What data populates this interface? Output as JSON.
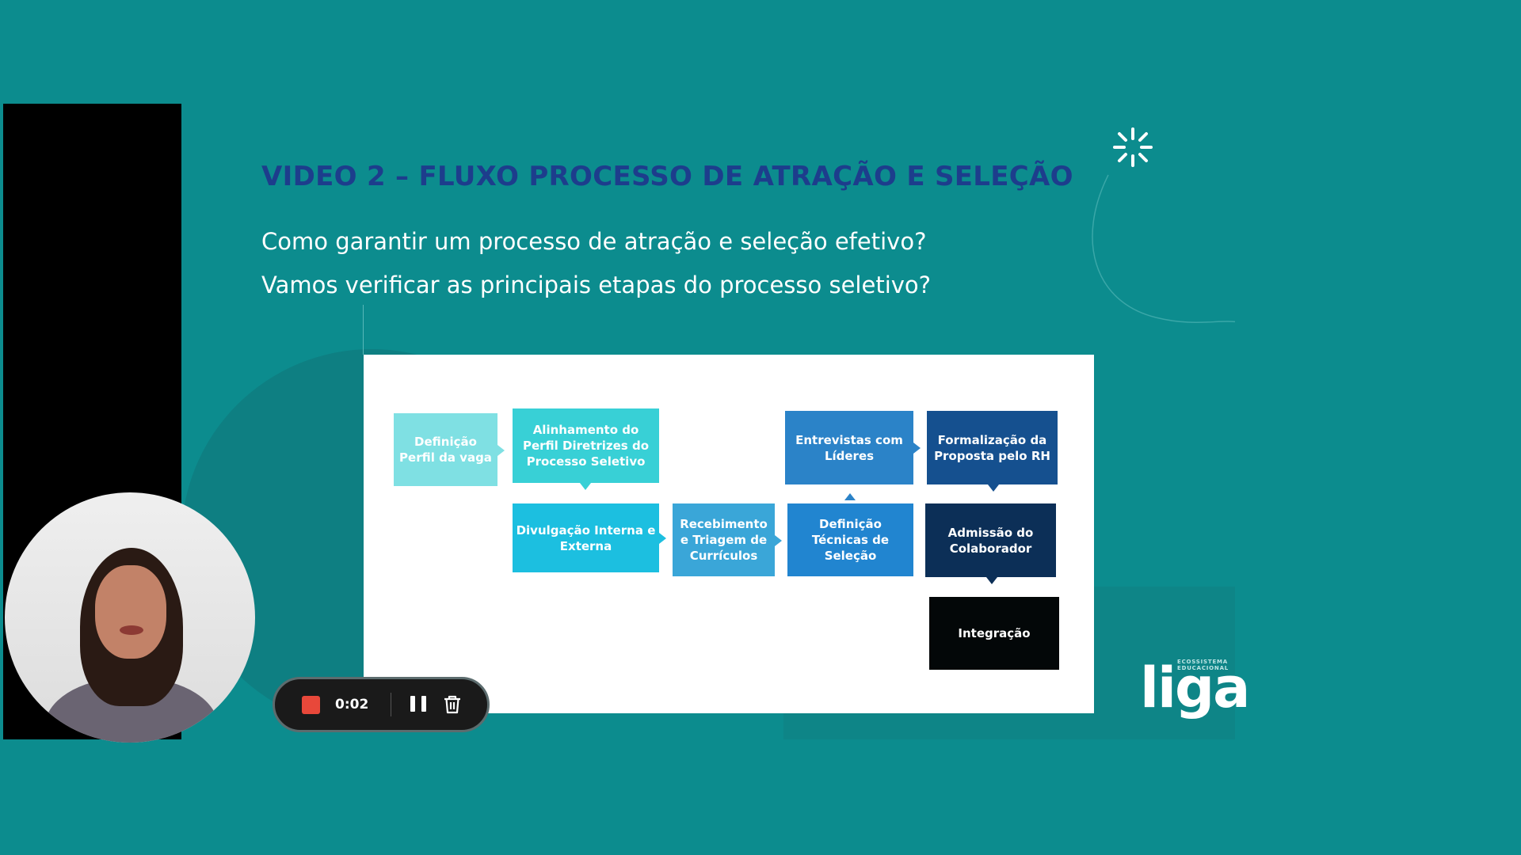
{
  "slide": {
    "title": "VIDEO 2 – FLUXO PROCESSO DE ATRAÇÃO E SELEÇÃO",
    "subtitle_1": "Como garantir um processo de atração e seleção efetivo?",
    "subtitle_2": "Vamos verificar as principais etapas do processo seletivo?"
  },
  "flowchart": {
    "steps": {
      "definicao_perfil": "Definição Perfil da vaga",
      "alinhamento": "Alinhamento do Perfil Diretrizes do Processo Seletivo",
      "divulgacao": "Divulgação Interna e Externa",
      "recebimento": "Recebimento e Triagem de Currículos",
      "definicao_tecnicas": "Definição Técnicas de Seleção",
      "entrevistas": "Entrevistas com Líderes",
      "formalizacao": "Formalização da Proposta pelo RH",
      "admissao": "Admissão do Colaborador",
      "integracao": "Integração"
    },
    "colors": {
      "definicao_perfil": "#7fe0e3",
      "alinhamento": "#38d0d6",
      "divulgacao": "#1cbfe0",
      "recebimento": "#3aa6d8",
      "definicao_tecnicas": "#2185d0",
      "entrevistas": "#2b83c8",
      "formalizacao": "#15508f",
      "admissao": "#0c2f57",
      "integracao": "#030708"
    }
  },
  "recorder": {
    "timer": "0:02",
    "stop_color": "#e8483a"
  },
  "logo": {
    "text": "liga",
    "tagline_1": "ECOSSISTEMA",
    "tagline_2": "EDUCACIONAL"
  },
  "colors": {
    "background": "#0c8c8e",
    "title": "#1d3d8c"
  }
}
